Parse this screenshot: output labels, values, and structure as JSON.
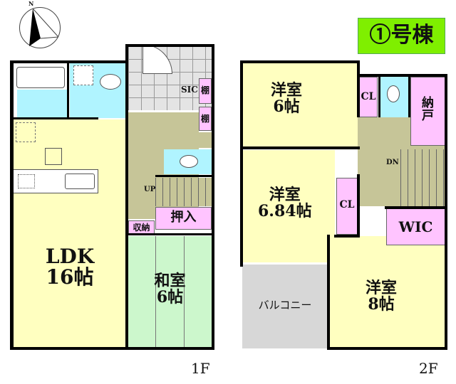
{
  "title": "①号棟",
  "compass": {
    "label": "N",
    "icon": "north-arrow-icon"
  },
  "colors": {
    "title_bg": "#7fef00",
    "living": "#ffffc0",
    "wet": "#b0f4ff",
    "storage": "#ffc4ff",
    "hall": "#c6c598",
    "japanese": "#ccf7cc",
    "balcony": "#d7d7d7"
  },
  "floor1": {
    "label": "1F",
    "rooms": {
      "ldk": "LDK\n16帖",
      "washitsu": "和室\n6帖",
      "oshiire": "押入",
      "shuno": "収納",
      "sic": "SIC",
      "shelf1": "棚",
      "shelf2": "棚",
      "up": "UP"
    }
  },
  "floor2": {
    "label": "2F",
    "rooms": {
      "room1": "洋室\n6帖",
      "room2": "洋室\n6.84帖",
      "room3": "洋室\n8帖",
      "cl1": "CL",
      "cl2": "CL",
      "nando": "納\n戸",
      "wic": "WIC",
      "balcony": "バルコニー",
      "dn": "DN"
    }
  }
}
